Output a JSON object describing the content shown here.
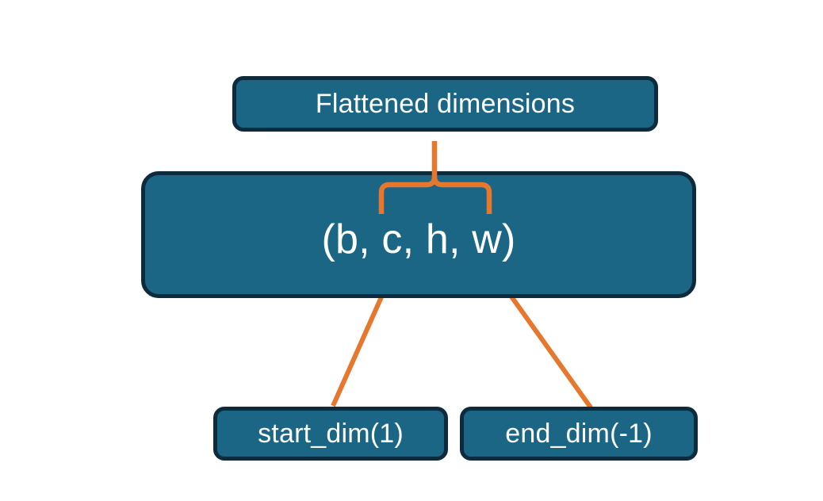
{
  "diagram": {
    "title": "Flatten operation dimensions diagram",
    "background_color": "#ffffff",
    "node_fill_color": "#1a6684",
    "node_border_color": "#0d2b3c",
    "node_text_color": "#ffffff",
    "connector_color": "#e8772e"
  },
  "nodes": {
    "flattened": {
      "label": "Flattened dimensions",
      "name": "flattened-dimensions-box"
    },
    "shape": {
      "label": "(b, c, h, w)",
      "name": "tensor-shape-box",
      "dims": [
        "b",
        "c",
        "h",
        "w"
      ]
    },
    "start_dim": {
      "label": "start_dim(1)",
      "name": "start-dim-box",
      "value": "1"
    },
    "end_dim": {
      "label": "end_dim(-1)",
      "name": "end-dim-box",
      "value": "-1"
    }
  },
  "connectors": [
    {
      "name": "brace-flattened-to-shape",
      "type": "curly-brace",
      "color": "#e8772e",
      "from": "shape",
      "to": "flattened",
      "spans_dims": [
        "c",
        "h",
        "w"
      ]
    },
    {
      "name": "arrow-start-dim-to-shape",
      "type": "arrow",
      "color": "#e8772e",
      "from": "start_dim",
      "to": "shape",
      "points_at_dim": "c"
    },
    {
      "name": "arrow-end-dim-to-shape",
      "type": "arrow",
      "color": "#e8772e",
      "from": "end_dim",
      "to": "shape",
      "points_at_dim": "w"
    }
  ]
}
